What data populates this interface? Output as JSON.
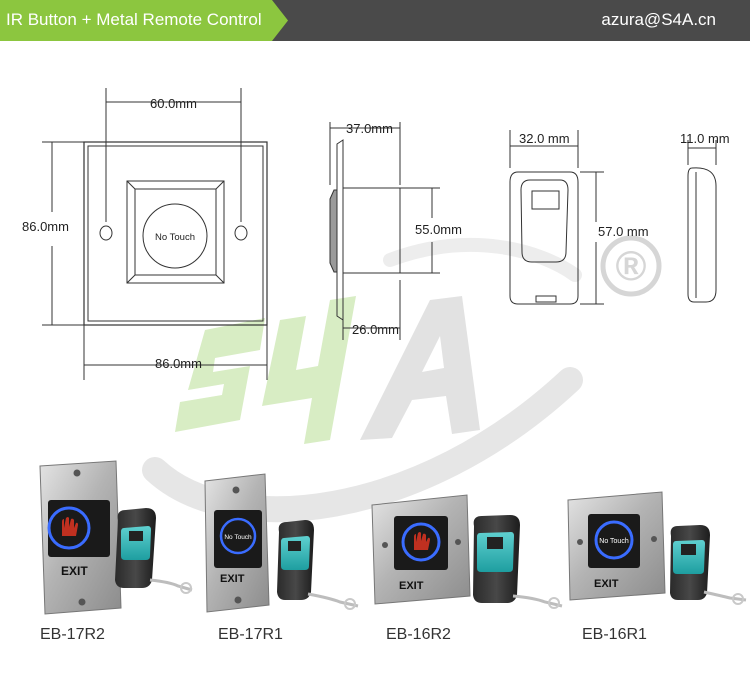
{
  "header": {
    "title": "IR Button + Metal Remote Control",
    "email": "azura@S4A.cn"
  },
  "watermark": {
    "brand": "S4A",
    "registered_mark": "®"
  },
  "drawing": {
    "button_text": "No Touch",
    "dimensions": {
      "front_top": "60.0mm",
      "front_left": "86.0mm",
      "front_bottom": "86.0mm",
      "side_top": "37.0mm",
      "side_right": "55.0mm",
      "side_bottom": "26.0mm",
      "remote_width": "32.0 mm",
      "remote_height": "57.0 mm",
      "remote_depth": "11.0 mm"
    }
  },
  "products": [
    {
      "model": "EB-17R2",
      "exit": "EXIT",
      "button_text": ""
    },
    {
      "model": "EB-17R1",
      "exit": "EXIT",
      "button_text": "No Touch"
    },
    {
      "model": "EB-16R2",
      "exit": "EXIT",
      "button_text": ""
    },
    {
      "model": "EB-16R1",
      "exit": "EXIT",
      "button_text": "No Touch"
    }
  ],
  "colors": {
    "header_bg": "#4a4a4a",
    "header_accent": "#8cc63f",
    "watermark_green": "#d8edc4",
    "watermark_gray": "#e6e6e6",
    "remote_teal": "#2fb5b5",
    "button_ring": "#3a6cff"
  }
}
